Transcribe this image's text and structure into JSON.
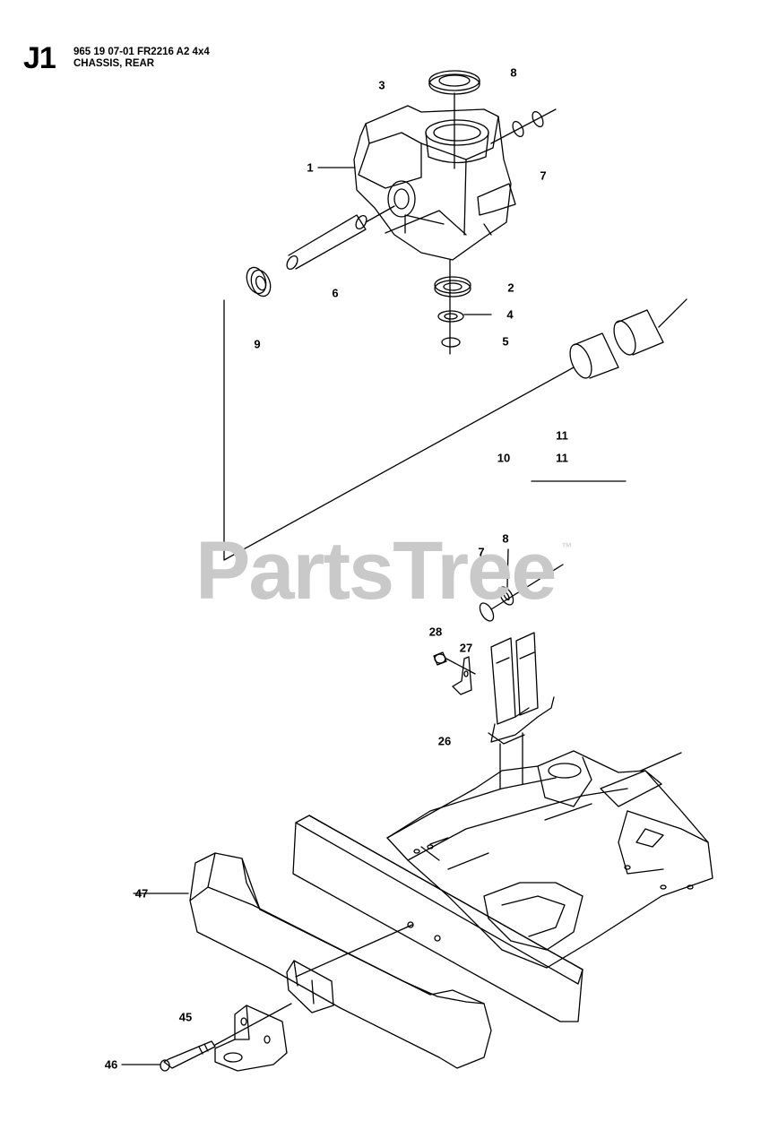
{
  "header": {
    "section_code": "J1",
    "model_line": "965 19 07-01 FR2216 A2 4x4",
    "section_title": "CHASSIS, REAR"
  },
  "watermark": {
    "text": "PartsTree",
    "trademark": "™"
  },
  "part_callouts": [
    {
      "label": "1"
    },
    {
      "label": "2"
    },
    {
      "label": "3"
    },
    {
      "label": "4"
    },
    {
      "label": "5"
    },
    {
      "label": "6"
    },
    {
      "label": "7"
    },
    {
      "label": "8"
    },
    {
      "label": "9"
    },
    {
      "label": "10"
    },
    {
      "label": "11"
    },
    {
      "label": "11"
    },
    {
      "label": "8"
    },
    {
      "label": "7"
    },
    {
      "label": "28"
    },
    {
      "label": "27"
    },
    {
      "label": "26"
    },
    {
      "label": "47"
    },
    {
      "label": "45"
    },
    {
      "label": "46"
    }
  ],
  "colors": {
    "line": "#000000",
    "watermark": "#c9c9c9",
    "background": "#ffffff"
  }
}
